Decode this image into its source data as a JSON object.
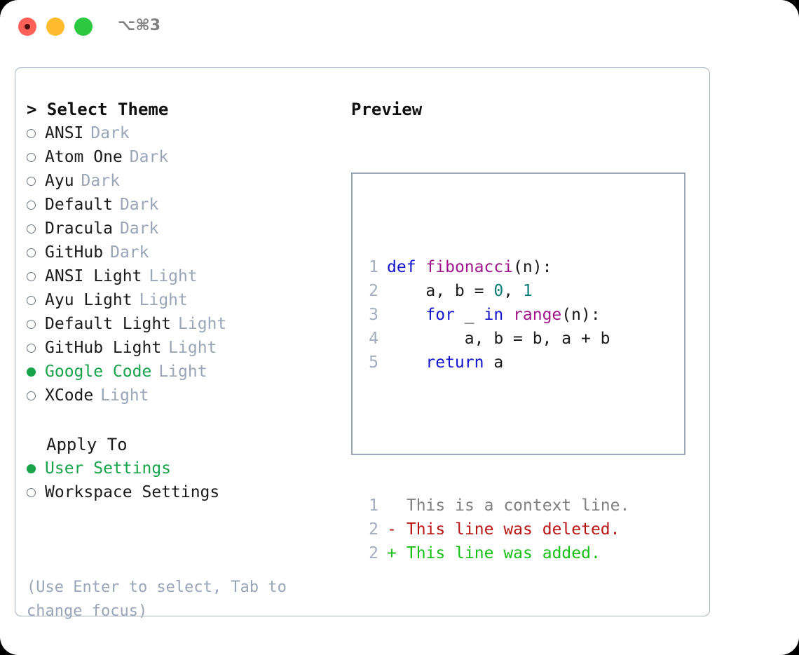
{
  "titlebar": {
    "shortcut": "⌥⌘3",
    "buttons": [
      "close",
      "minimize",
      "maximize"
    ]
  },
  "theme_panel": {
    "heading": "> Select Theme",
    "themes": [
      {
        "name": "ANSI",
        "tag": "Dark",
        "selected": false
      },
      {
        "name": "Atom One",
        "tag": "Dark",
        "selected": false
      },
      {
        "name": "Ayu",
        "tag": "Dark",
        "selected": false
      },
      {
        "name": "Default",
        "tag": "Dark",
        "selected": false
      },
      {
        "name": "Dracula",
        "tag": "Dark",
        "selected": false
      },
      {
        "name": "GitHub",
        "tag": "Dark",
        "selected": false
      },
      {
        "name": "ANSI Light",
        "tag": "Light",
        "selected": false
      },
      {
        "name": "Ayu Light",
        "tag": "Light",
        "selected": false
      },
      {
        "name": "Default Light",
        "tag": "Light",
        "selected": false
      },
      {
        "name": "GitHub Light",
        "tag": "Light",
        "selected": false
      },
      {
        "name": "Google Code",
        "tag": "Light",
        "selected": true
      },
      {
        "name": "XCode",
        "tag": "Light",
        "selected": false
      }
    ],
    "apply_to_heading": "Apply To",
    "apply_to": [
      {
        "name": "User Settings",
        "selected": true
      },
      {
        "name": "Workspace Settings",
        "selected": false
      }
    ],
    "hint": "(Use Enter to select, Tab to change focus)"
  },
  "preview": {
    "title": "Preview",
    "code": [
      {
        "lnum": "1",
        "tokens": [
          {
            "t": "def",
            "c": "kw"
          },
          {
            "t": " ",
            "c": "plain"
          },
          {
            "t": "fibonacci",
            "c": "fn"
          },
          {
            "t": "(n):",
            "c": "punc"
          }
        ]
      },
      {
        "lnum": "2",
        "tokens": [
          {
            "t": "    a, b = ",
            "c": "plain"
          },
          {
            "t": "0",
            "c": "num"
          },
          {
            "t": ", ",
            "c": "plain"
          },
          {
            "t": "1",
            "c": "num"
          }
        ]
      },
      {
        "lnum": "3",
        "tokens": [
          {
            "t": "    ",
            "c": "plain"
          },
          {
            "t": "for",
            "c": "kw"
          },
          {
            "t": " _ ",
            "c": "plain"
          },
          {
            "t": "in",
            "c": "kw"
          },
          {
            "t": " ",
            "c": "plain"
          },
          {
            "t": "range",
            "c": "fn"
          },
          {
            "t": "(n):",
            "c": "punc"
          }
        ]
      },
      {
        "lnum": "4",
        "tokens": [
          {
            "t": "        a, b = b, a + b",
            "c": "plain"
          }
        ]
      },
      {
        "lnum": "5",
        "tokens": [
          {
            "t": "    ",
            "c": "plain"
          },
          {
            "t": "return",
            "c": "kw"
          },
          {
            "t": " a",
            "c": "plain"
          }
        ]
      }
    ],
    "diff": [
      {
        "lnum": "1",
        "mark": " ",
        "text": "This is a context line.",
        "kind": "ctx"
      },
      {
        "lnum": "2",
        "mark": "-",
        "text": "This line was deleted.",
        "kind": "del"
      },
      {
        "lnum": "2",
        "mark": "+",
        "text": "This line was added.",
        "kind": "add"
      }
    ]
  },
  "colors": {
    "selected_green": "#16a34a",
    "muted_tag": "#9aa5b8",
    "panel_border": "#a8b2c2",
    "preview_border": "#9aa5b5",
    "keyword": "#1414cc",
    "function": "#a0148c",
    "number": "#0b7d78",
    "diff_added": "#13c113",
    "diff_deleted": "#b81414",
    "diff_context": "#808080"
  }
}
